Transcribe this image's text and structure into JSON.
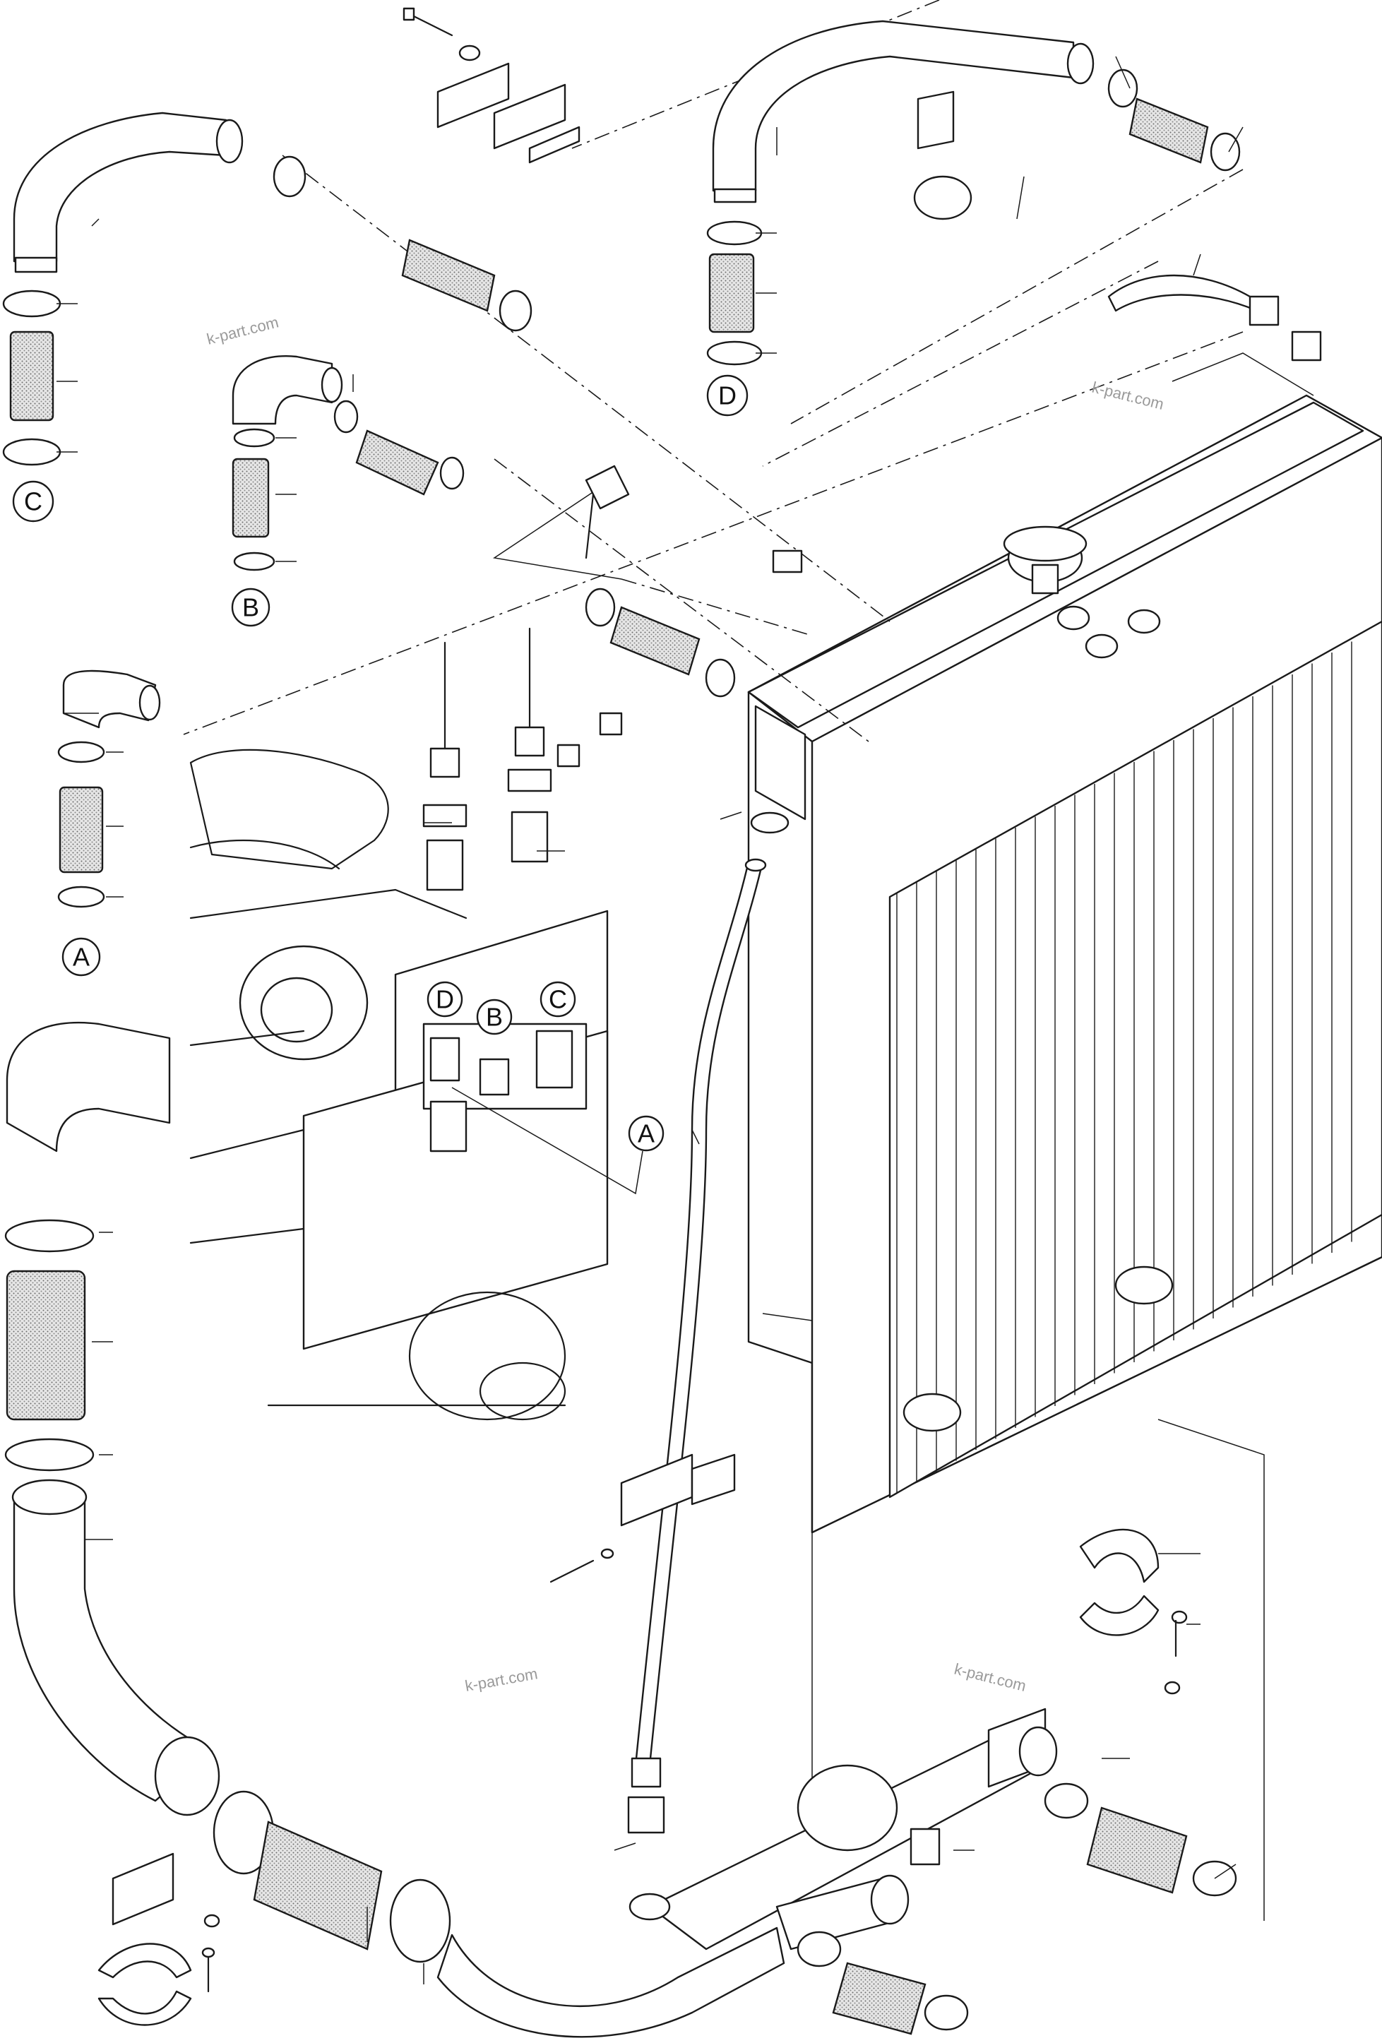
{
  "watermarks": [
    "k-part.com",
    "k-part.com",
    "k-part.com",
    "k-part.com"
  ],
  "reference_callouts": {
    "top_left": "C",
    "upper_mid": "B",
    "top_right": "D",
    "left_mid": "A",
    "block_d": "D",
    "block_b": "B",
    "block_c": "C",
    "block_a": "A"
  },
  "icons": {
    "radiator": "radiator-icon",
    "engine": "engine-block-icon",
    "hose": "hose-icon",
    "clamp": "hose-clamp-icon",
    "bracket": "bracket-icon",
    "bolt": "bolt-icon",
    "fitting": "fitting-icon",
    "cap": "radiator-cap-icon"
  }
}
